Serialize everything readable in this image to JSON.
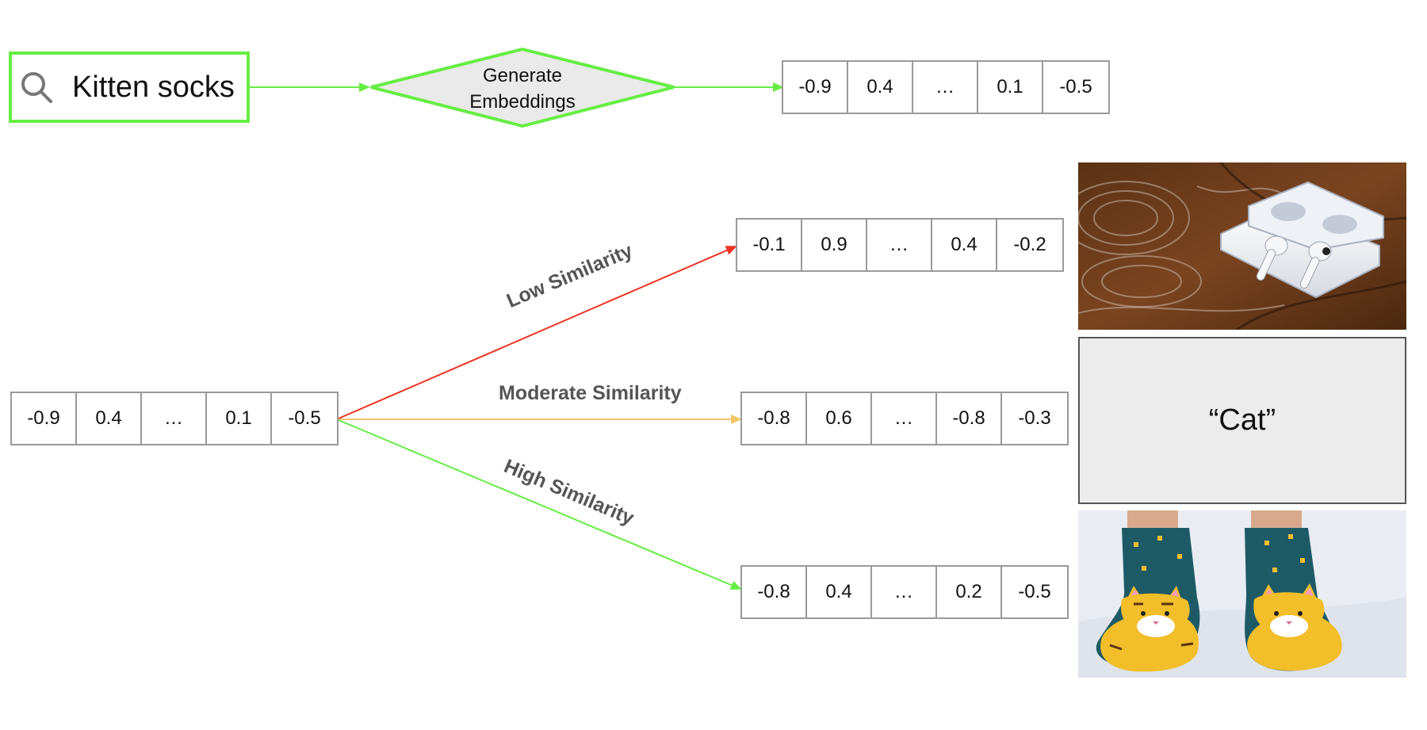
{
  "search": {
    "query": "Kitten socks",
    "icon": "search-icon"
  },
  "process": {
    "label_line1": "Generate",
    "label_line2": "Embeddings"
  },
  "query_embedding": [
    "-0.9",
    "0.4",
    "…",
    "0.1",
    "-0.5"
  ],
  "source_embedding": [
    "-0.9",
    "0.4",
    "…",
    "0.1",
    "-0.5"
  ],
  "results": [
    {
      "similarity_label": "Low Similarity",
      "color": "#ee3322",
      "vector": [
        "-0.1",
        "0.9",
        "…",
        "0.4",
        "-0.2"
      ],
      "image": "airpods-photo"
    },
    {
      "similarity_label": "Moderate Similarity",
      "color": "#f5c76a",
      "vector": [
        "-0.8",
        "0.6",
        "…",
        "-0.8",
        "-0.3"
      ],
      "text": "“Cat”"
    },
    {
      "similarity_label": "High Similarity",
      "color": "#66ee44",
      "vector": [
        "-0.8",
        "0.4",
        "…",
        "0.2",
        "-0.5"
      ],
      "image": "cat-socks-photo"
    }
  ],
  "colors": {
    "flow": "#66ee44",
    "border": "#9a9a9a"
  }
}
